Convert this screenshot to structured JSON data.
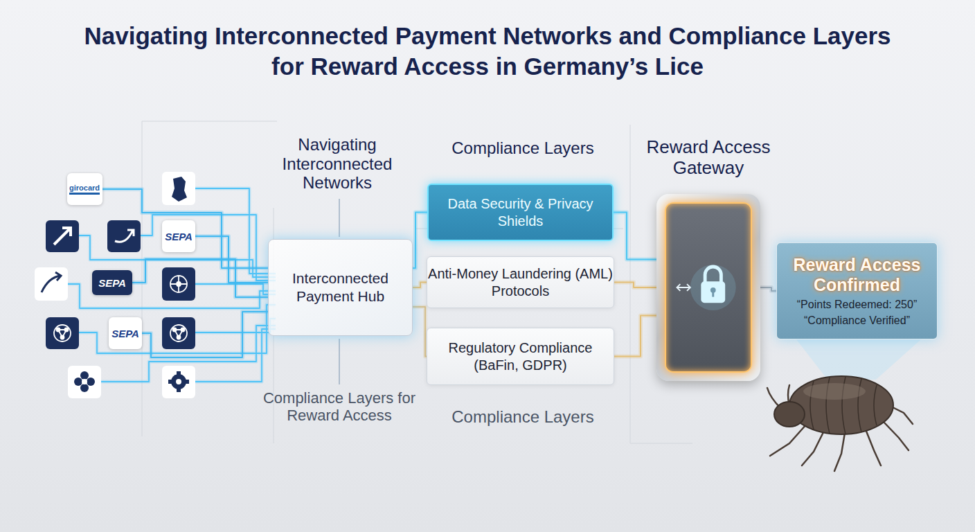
{
  "diagram": {
    "title": "Navigating Interconnected Payment Networks and Compliance Layers for Reward Access in Germany’s Lice",
    "nodes": [
      {
        "text": [
          "girocard"
        ]
      },
      {
        "text": [
          "SEPA"
        ]
      },
      {
        "text": [
          "SEPA"
        ]
      },
      {
        "text": [
          "SEPA"
        ]
      },
      {
        "text": [
          "Interconnected Payment Hub"
        ]
      },
      {
        "text": [
          "Data Security & Privacy Shields"
        ]
      },
      {
        "text": [
          "Anti-Money Laundering (AML) Protocols"
        ]
      },
      {
        "text": [
          "Regulatory Compliance (BaFin, GDPR)"
        ]
      },
      {
        "text": [
          "Reward Access Gateway"
        ]
      },
      {
        "text": [
          "Reward Access Confirmed",
          "“Points Redeemed: 250”",
          "“Compliance Verified”"
        ]
      }
    ],
    "edges": [
      {
        "from": 0,
        "to": 4,
        "arrow": "none"
      },
      {
        "from": 1,
        "to": 4,
        "arrow": "none"
      },
      {
        "from": 2,
        "to": 4,
        "arrow": "none"
      },
      {
        "from": 3,
        "to": 4,
        "arrow": "none"
      },
      {
        "from": 4,
        "to": 5,
        "arrow": "none"
      },
      {
        "from": 4,
        "to": 6,
        "arrow": "none"
      },
      {
        "from": 4,
        "to": 7,
        "arrow": "none"
      },
      {
        "from": 5,
        "to": 8,
        "arrow": "none"
      },
      {
        "from": 6,
        "to": 8,
        "arrow": "none"
      },
      {
        "from": 7,
        "to": 8,
        "arrow": "none"
      },
      {
        "from": 8,
        "to": 9,
        "arrow": "none"
      }
    ],
    "labels": [
      "Navigating Interconnected Networks",
      "Compliance Layers",
      "Compliance Layers for Reward Access",
      "Compliance Layers"
    ]
  }
}
